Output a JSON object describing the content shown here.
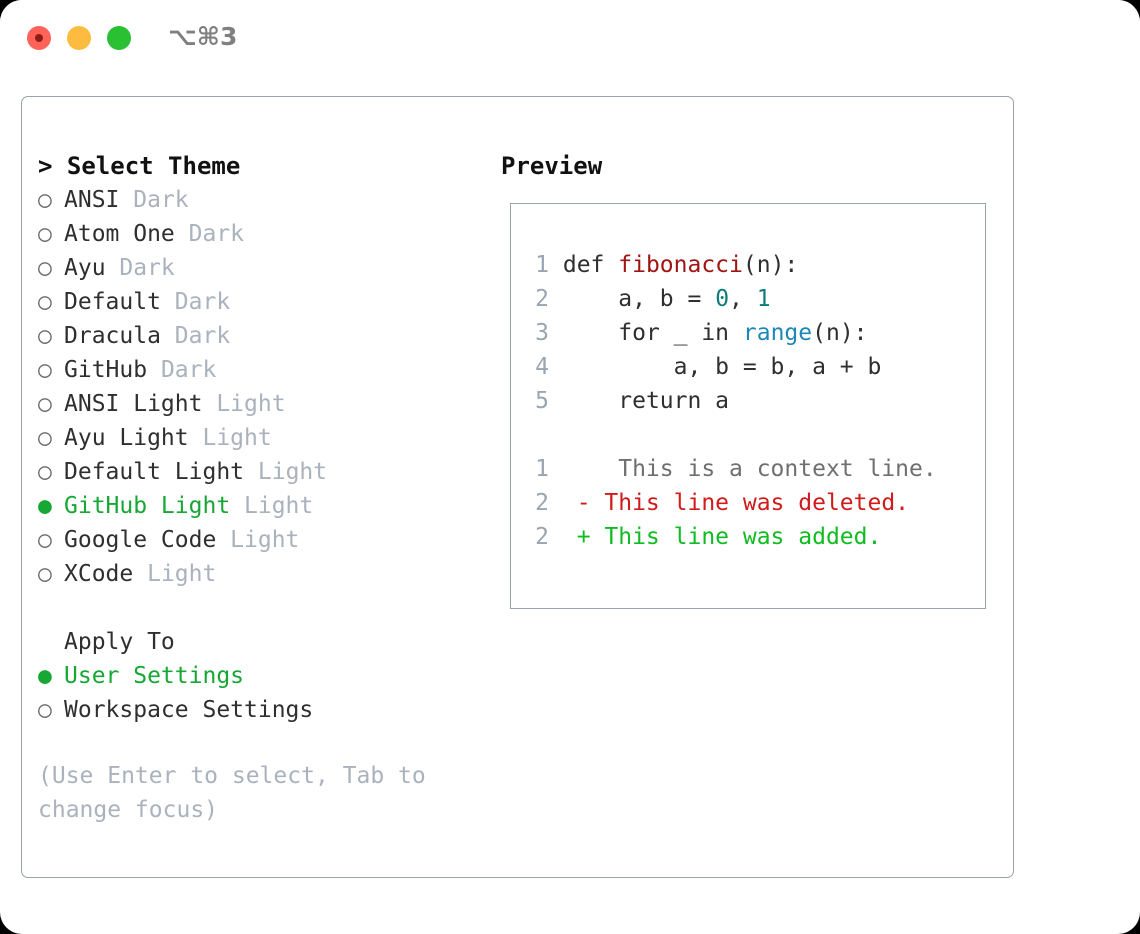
{
  "titlebar": {
    "shortcut": "⌥⌘3",
    "buttons": [
      {
        "name": "close",
        "color": "#ff6259"
      },
      {
        "name": "minimize",
        "color": "#fdbc40"
      },
      {
        "name": "maximize",
        "color": "#2ac034"
      }
    ]
  },
  "theme_picker": {
    "header": "> Select Theme",
    "bullet_off": "○",
    "bullet_on": "●",
    "options": [
      {
        "bullet": "○",
        "label": "ANSI",
        "tag": "Dark",
        "selected": false
      },
      {
        "bullet": "○",
        "label": "Atom One",
        "tag": "Dark",
        "selected": false
      },
      {
        "bullet": "○",
        "label": "Ayu",
        "tag": "Dark",
        "selected": false
      },
      {
        "bullet": "○",
        "label": "Default",
        "tag": "Dark",
        "selected": false
      },
      {
        "bullet": "○",
        "label": "Dracula",
        "tag": "Dark",
        "selected": false
      },
      {
        "bullet": "○",
        "label": "GitHub",
        "tag": "Dark",
        "selected": false
      },
      {
        "bullet": "○",
        "label": "ANSI Light",
        "tag": "Light",
        "selected": false
      },
      {
        "bullet": "○",
        "label": "Ayu Light",
        "tag": "Light",
        "selected": false
      },
      {
        "bullet": "○",
        "label": "Default Light",
        "tag": "Light",
        "selected": false
      },
      {
        "bullet": "●",
        "label": "GitHub Light",
        "tag": "Light",
        "selected": true
      },
      {
        "bullet": "○",
        "label": "Google Code",
        "tag": "Light",
        "selected": false
      },
      {
        "bullet": "○",
        "label": "XCode",
        "tag": "Light",
        "selected": false
      }
    ]
  },
  "apply_to": {
    "header": "Apply To",
    "options": [
      {
        "bullet": "●",
        "label": "User Settings",
        "selected": true
      },
      {
        "bullet": "○",
        "label": "Workspace Settings",
        "selected": false
      }
    ]
  },
  "hint": "(Use Enter to select, Tab to change focus)",
  "preview": {
    "title": "Preview",
    "code_lines": [
      {
        "num": "1",
        "indent": "",
        "tokens": [
          {
            "t": "def ",
            "c": "plain"
          },
          {
            "t": "fibonacci",
            "c": "fn-name"
          },
          {
            "t": "(n):",
            "c": "plain"
          }
        ]
      },
      {
        "num": "2",
        "indent": "    ",
        "tokens": [
          {
            "t": "a, b = ",
            "c": "plain"
          },
          {
            "t": "0",
            "c": "num-lit"
          },
          {
            "t": ", ",
            "c": "plain"
          },
          {
            "t": "1",
            "c": "num-lit"
          }
        ]
      },
      {
        "num": "3",
        "indent": "    ",
        "tokens": [
          {
            "t": "for _ in ",
            "c": "plain"
          },
          {
            "t": "range",
            "c": "builtin"
          },
          {
            "t": "(n):",
            "c": "plain"
          }
        ]
      },
      {
        "num": "4",
        "indent": "        ",
        "tokens": [
          {
            "t": "a, b = b, a + b",
            "c": "plain"
          }
        ]
      },
      {
        "num": "5",
        "indent": "    ",
        "tokens": [
          {
            "t": "return a",
            "c": "plain"
          }
        ]
      }
    ],
    "diff_lines": [
      {
        "num": "1",
        "marker": " ",
        "text": "  This is a context line.",
        "kind": "diff-ctx"
      },
      {
        "num": "2",
        "marker": "-",
        "text": " This line was deleted.",
        "kind": "diff-del"
      },
      {
        "num": "2",
        "marker": "+",
        "text": " This line was added.",
        "kind": "diff-add"
      }
    ]
  },
  "colors": {
    "selected_green": "#16a734",
    "muted_tag": "#a9b2bd",
    "line_number": "#9aa5b1",
    "border": "#97a3b2",
    "function_red": "#a01414",
    "number_teal": "#0e7c7b",
    "builtin_blue": "#1d87b5",
    "diff_delete": "#d01b1b",
    "diff_add": "#11bb22"
  }
}
